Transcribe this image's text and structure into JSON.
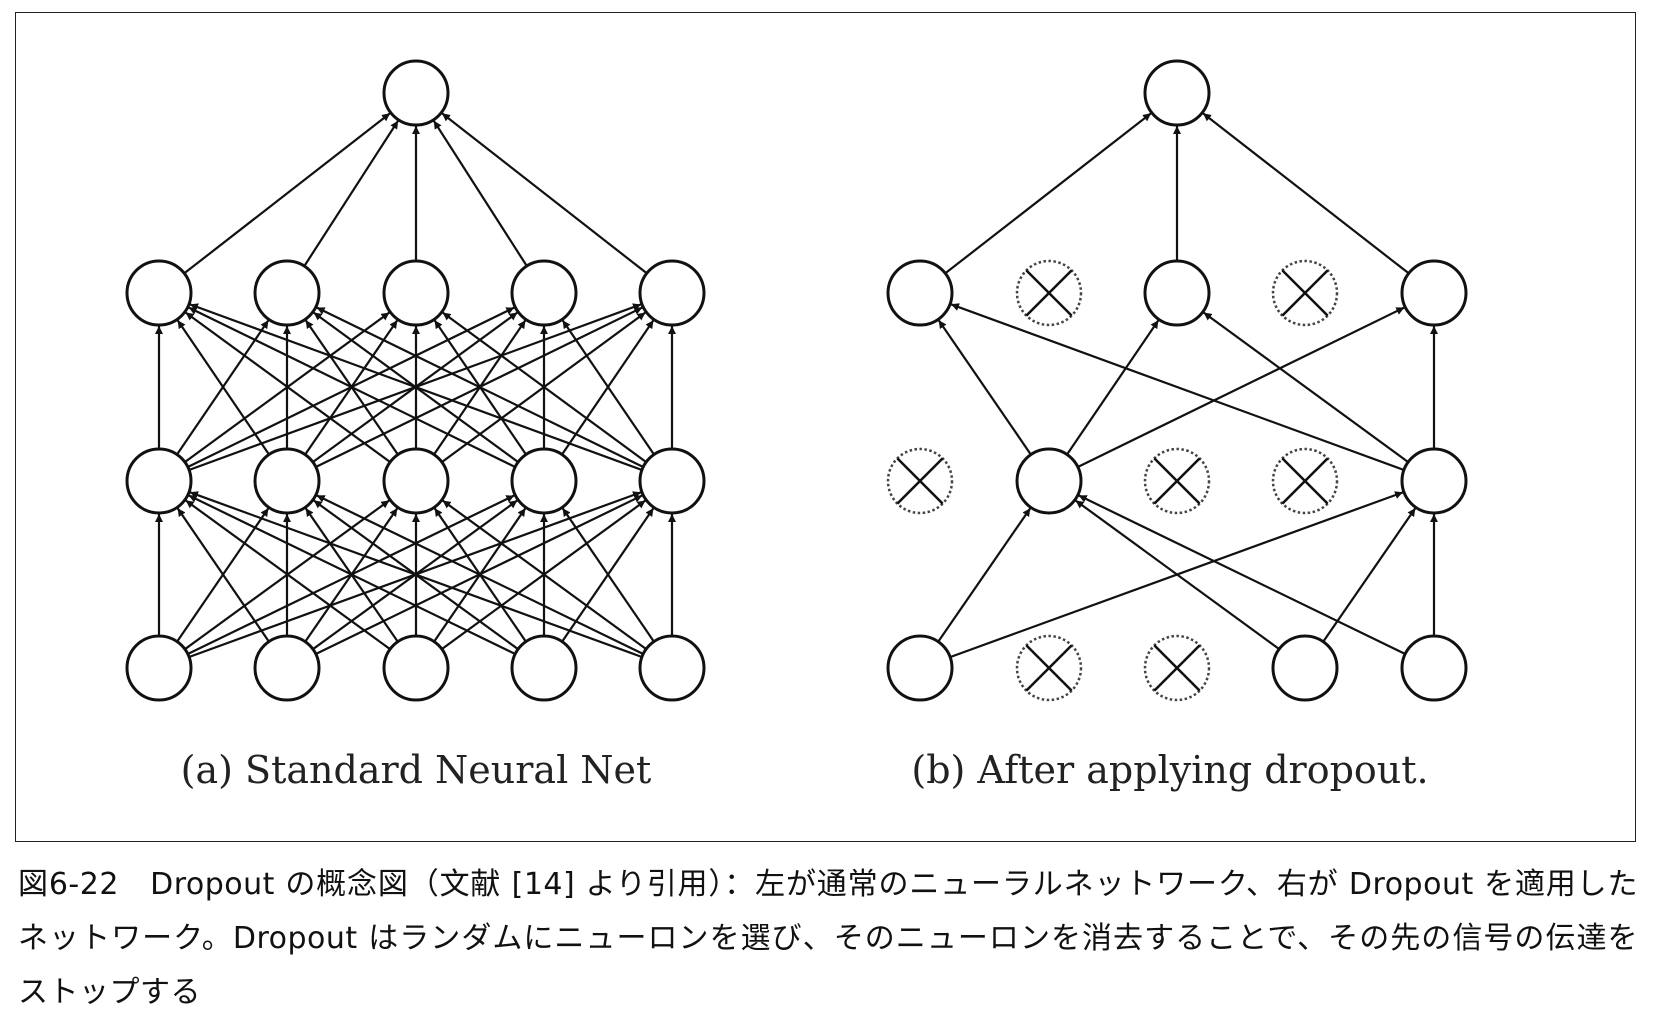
{
  "diagram": {
    "panel_a": {
      "caption": "(a) Standard Neural Net",
      "layers": [
        {
          "name": "input",
          "nodes": [
            true,
            true,
            true,
            true,
            true
          ]
        },
        {
          "name": "hidden1",
          "nodes": [
            true,
            true,
            true,
            true,
            true
          ]
        },
        {
          "name": "hidden2",
          "nodes": [
            true,
            true,
            true,
            true,
            true
          ]
        },
        {
          "name": "output",
          "nodes": [
            true
          ]
        }
      ]
    },
    "panel_b": {
      "caption": "(b) After applying dropout.",
      "layers": [
        {
          "name": "input",
          "nodes": [
            true,
            false,
            false,
            true,
            true
          ]
        },
        {
          "name": "hidden1",
          "nodes": [
            false,
            true,
            false,
            false,
            true
          ]
        },
        {
          "name": "hidden2",
          "nodes": [
            true,
            false,
            true,
            false,
            true
          ]
        },
        {
          "name": "output",
          "nodes": [
            true
          ]
        }
      ]
    },
    "colors": {
      "stroke": "#111111",
      "dropped": "#444444"
    }
  },
  "caption": {
    "text": "図6-22　Dropout の概念図（文献 [14] より引用）：左が通常のニューラルネットワーク、右が Dropout を適用したネットワーク。Dropout はランダムにニューロンを選び、そのニューロンを消去することで、その先の信号の伝達をストップする"
  }
}
